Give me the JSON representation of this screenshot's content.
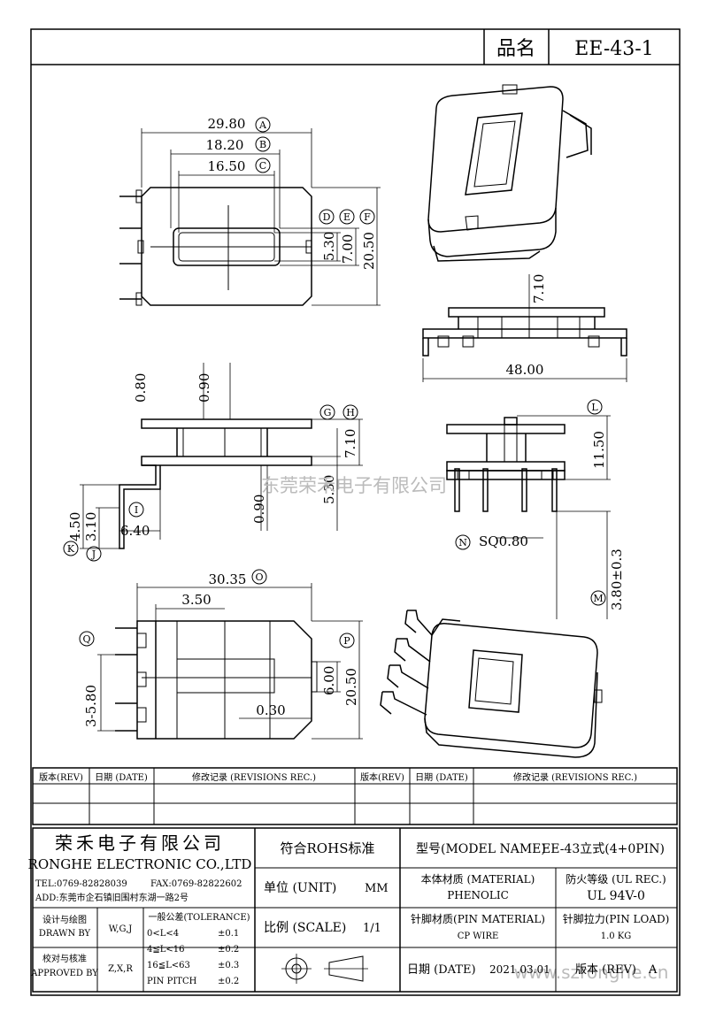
{
  "header": {
    "name_label": "品名",
    "part_name": "EE-43-1"
  },
  "dimensions": {
    "d29_80": "29.80",
    "d18_20": "18.20",
    "d16_50": "16.50",
    "d5_30a": "5.30",
    "d7_00": "7.00",
    "d20_50a": "20.50",
    "d7_10a": "7.10",
    "d48_00": "48.00",
    "d0_80": "0.80",
    "d0_90a": "0.90",
    "d7_10b": "7.10",
    "d5_30b": "5.30",
    "d0_90b": "0.90",
    "d4_50": "4.50",
    "d3_10": "3.10",
    "d6_40": "6.40",
    "d11_50": "11.50",
    "sq0_80": "SQ0.80",
    "d3_80": "3.80±0.3",
    "d30_35": "30.35",
    "d3_50": "3.50",
    "d3_5_80": "3-5.80",
    "d6_00": "6.00",
    "d20_50b": "20.50",
    "d0_30": "0.30"
  },
  "markers": {
    "A": "A",
    "B": "B",
    "C": "C",
    "D": "D",
    "E": "E",
    "F": "F",
    "G": "G",
    "H": "H",
    "I": "I",
    "J": "J",
    "K": "K",
    "L": "L",
    "M": "M",
    "N": "N",
    "O": "O",
    "P": "P",
    "Q": "Q"
  },
  "watermark": {
    "center": "东莞荣禾电子有限公司",
    "bottom": "www.szronghe.cn"
  },
  "revisions": {
    "col_rev": "版本(REV)",
    "col_date": "日期 (DATE)",
    "col_rec": "修改记录 (REVISIONS REC.)"
  },
  "company": {
    "name_cn": "荣禾电子有限公司",
    "name_en": "RONGHE ELECTRONIC CO.,LTD",
    "tel": "TEL:0769-82828039",
    "fax": "FAX:0769-82822602",
    "addr": "ADD:东莞市企石镇旧围村东湖一路2号"
  },
  "title_block": {
    "rohs": "符合ROHS标准",
    "model_label": "型号(MODEL NAME)",
    "model_value": "EE-43立式(4+0PIN)",
    "unit_label": "单位 (UNIT)",
    "unit_value": "MM",
    "material_label": "本体材质 (MATERIAL)",
    "material_value": "PHENOLIC",
    "fire_label": "防火等级 (UL REC.)",
    "fire_value": "UL 94V-0",
    "scale_label": "比例 (SCALE)",
    "scale_value": "1/1",
    "pin_material_label": "针脚材质(PIN MATERIAL)",
    "pin_material_value": "CP WIRE",
    "pin_load_label": "针脚拉力(PIN LOAD)",
    "pin_load_value": "1.0 KG",
    "date_label": "日期 (DATE)",
    "date_value": "2021.03.01",
    "rev_label": "版本 (REV)",
    "rev_value": "A",
    "drawn_cn": "设计与绘图",
    "drawn_en": "DRAWN BY",
    "drawn_value": "W,G,J",
    "approved_cn": "校对与核准",
    "approved_en": "APPROVED BY",
    "approved_value": "Z,X,R",
    "tol_title": "一般公差(TOLERANCE)",
    "tol_1": "0<L<4",
    "tol_1v": "±0.1",
    "tol_2": "4≦L<16",
    "tol_2v": "±0.2",
    "tol_3": "16≦L<63",
    "tol_3v": "±0.3",
    "tol_4": "PIN PITCH",
    "tol_4v": "±0.2"
  }
}
